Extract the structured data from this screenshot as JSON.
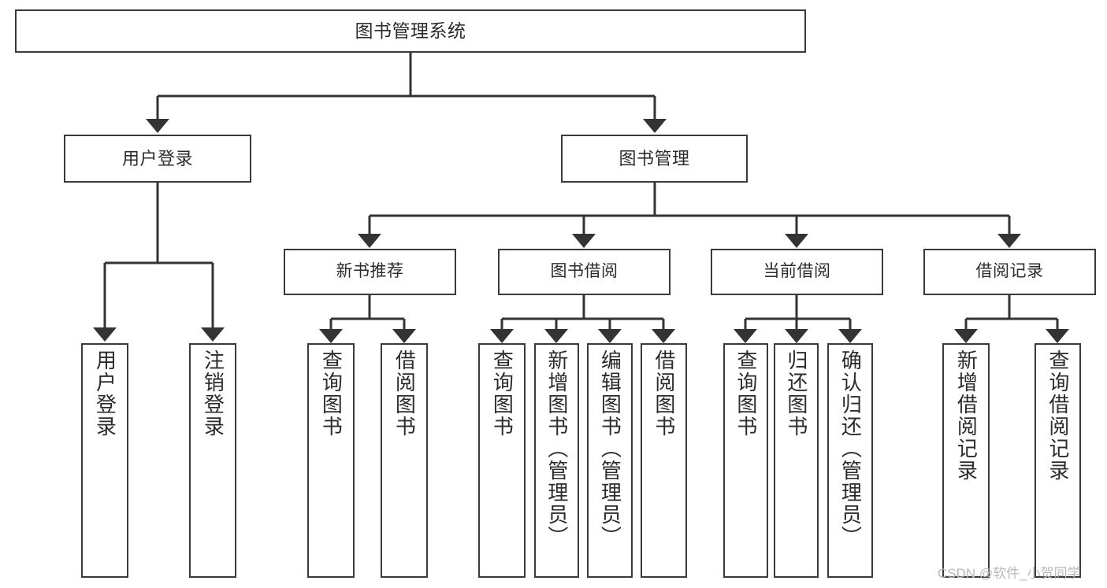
{
  "diagram": {
    "title": "图书管理系统",
    "type": "tree-hierarchy-functional-decomposition",
    "root": {
      "label": "图书管理系统"
    },
    "level2": [
      {
        "label": "用户登录"
      },
      {
        "label": "图书管理"
      }
    ],
    "level3": [
      {
        "label": "新书推荐"
      },
      {
        "label": "图书借阅"
      },
      {
        "label": "当前借阅"
      },
      {
        "label": "借阅记录"
      }
    ],
    "leaves": [
      {
        "label": "用户登录"
      },
      {
        "label": "注销登录"
      },
      {
        "label": "查询图书"
      },
      {
        "label": "借阅图书"
      },
      {
        "label": "查询图书"
      },
      {
        "label": "新增图书（管理员）"
      },
      {
        "label": "编辑图书（管理员）"
      },
      {
        "label": "借阅图书"
      },
      {
        "label": "查询图书"
      },
      {
        "label": "归还图书"
      },
      {
        "label": "确认归还（管理员）"
      },
      {
        "label": "新增借阅记录"
      },
      {
        "label": "查询借阅记录"
      }
    ],
    "watermark": "CSDN @软件_小贺同学",
    "colors": {
      "border": "#3a3a3a",
      "text": "#2b2b2b",
      "background": "#ffffff",
      "connector": "#333333",
      "watermark": "#b9b9b9"
    }
  }
}
